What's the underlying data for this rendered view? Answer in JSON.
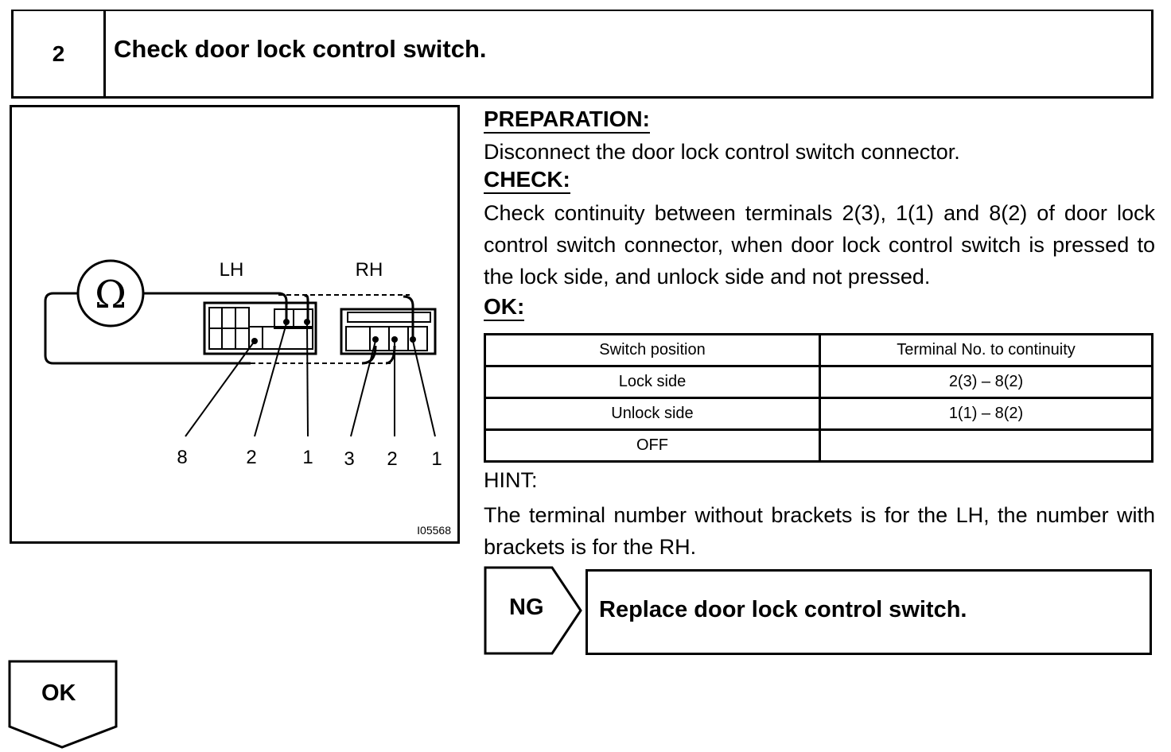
{
  "step": {
    "number": "2",
    "title": "Check door lock control switch."
  },
  "figure": {
    "lh_label": "LH",
    "rh_label": "RH",
    "ohm_symbol": "Ω",
    "lh_terminals": [
      "8",
      "2",
      "1"
    ],
    "rh_terminals": [
      "3",
      "2",
      "1"
    ],
    "code": "I05568"
  },
  "preparation": {
    "heading": "PREPARATION:",
    "text": "Disconnect the door lock control switch connector."
  },
  "check": {
    "heading": "CHECK:",
    "text": "Check continuity between terminals 2(3), 1(1) and 8(2) of door lock control switch connector, when door lock control switch is pressed to the lock side, and unlock side and not pressed."
  },
  "ok_spec": {
    "heading": "OK:",
    "table": {
      "headers": [
        "Switch position",
        "Terminal No. to continuity"
      ],
      "rows": [
        [
          "Lock side",
          "2(3) – 8(2)"
        ],
        [
          "Unlock side",
          "1(1) – 8(2)"
        ],
        [
          "OFF",
          ""
        ]
      ]
    }
  },
  "hint": {
    "label": "HINT:",
    "text": "The terminal number without brackets is for the LH, the number with brackets is for the RH."
  },
  "ng": {
    "label": "NG",
    "action": "Replace door lock control switch."
  },
  "ok_result": {
    "label": "OK"
  }
}
